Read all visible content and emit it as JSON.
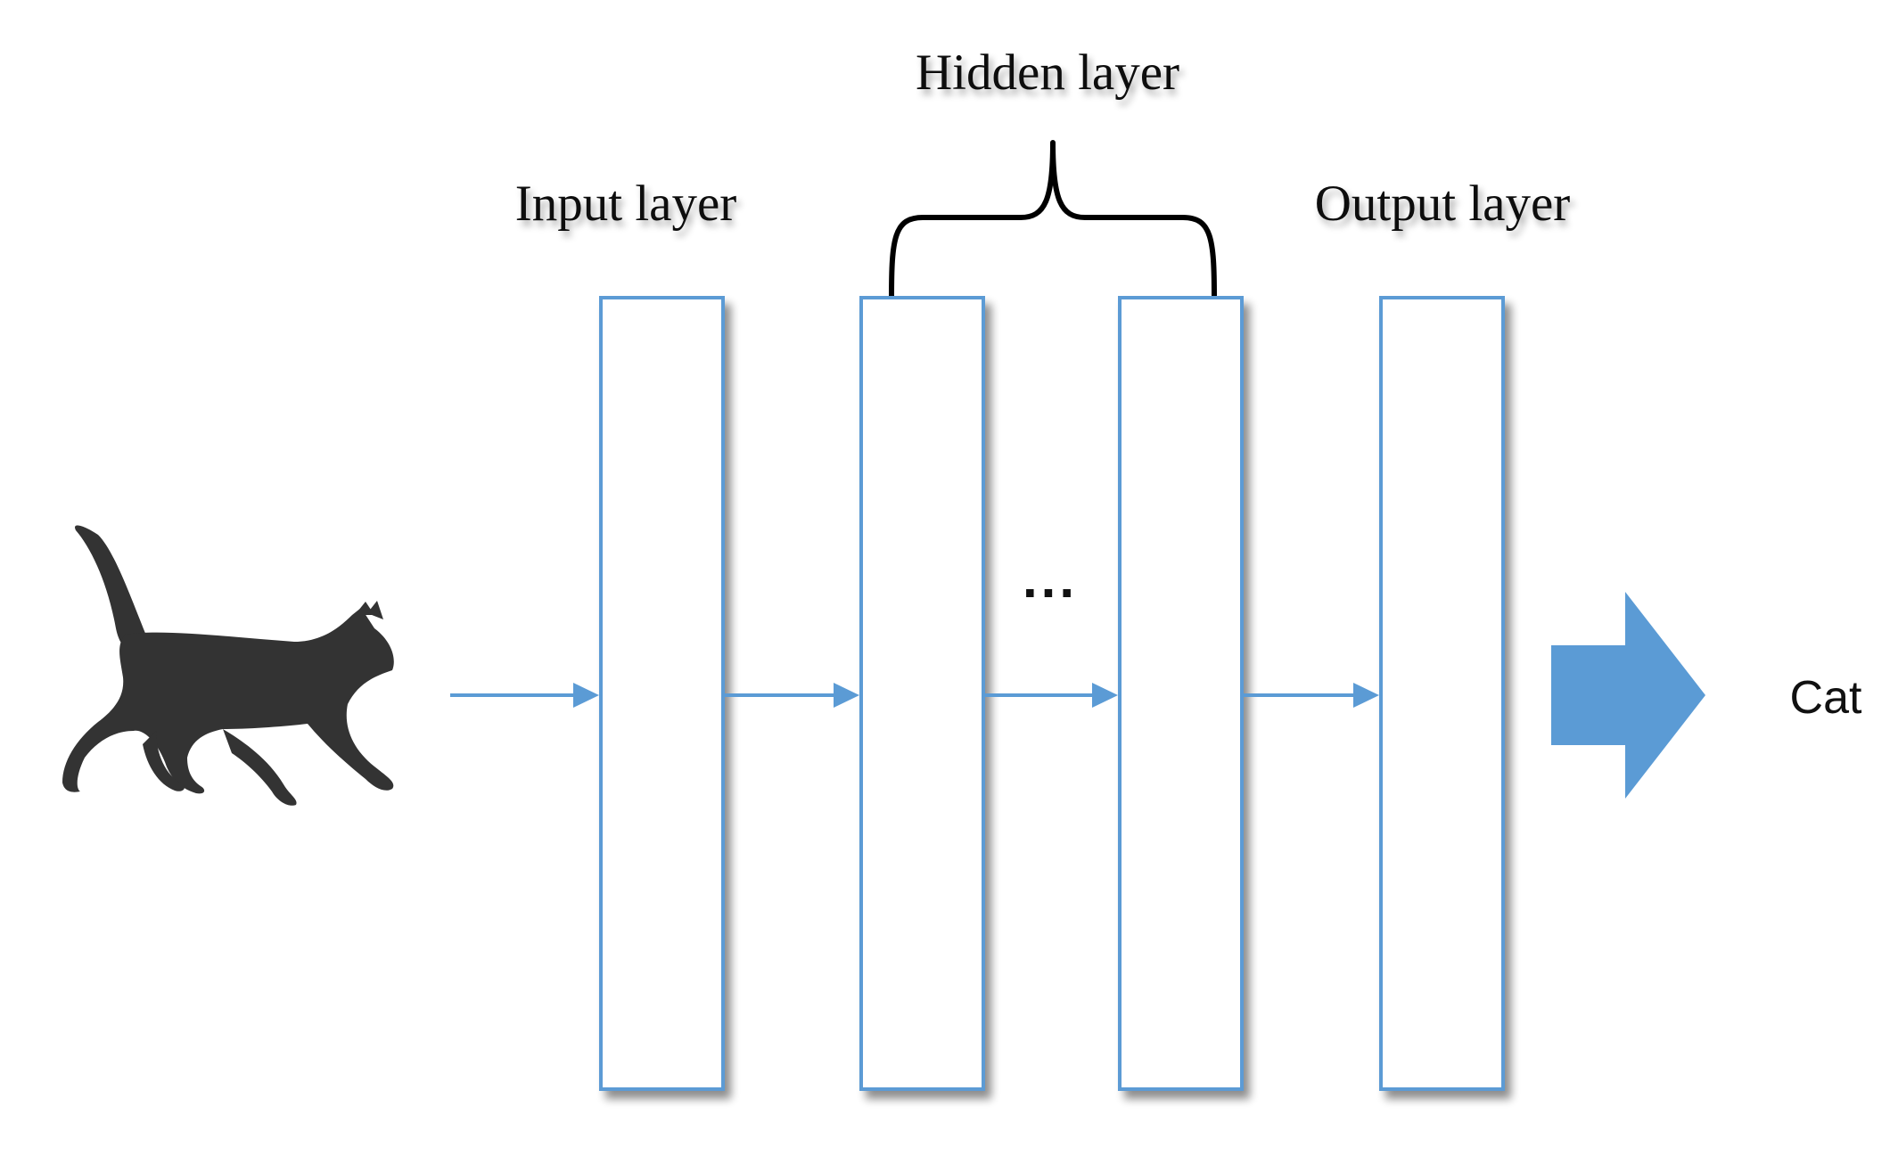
{
  "labels": {
    "hidden_layer": "Hidden layer",
    "input_layer": "Input layer",
    "output_layer": "Output layer",
    "ellipsis": "...",
    "output_class": "Cat"
  },
  "colors": {
    "accent": "#5b9bd5",
    "big_arrow": "#5b9bd5",
    "cat_silhouette": "#333333",
    "bracket": "#000000",
    "box_fill": "#ffffff"
  },
  "icons": {
    "input_image": "cat-silhouette-icon",
    "output_arrow": "block-arrow-right-icon"
  }
}
